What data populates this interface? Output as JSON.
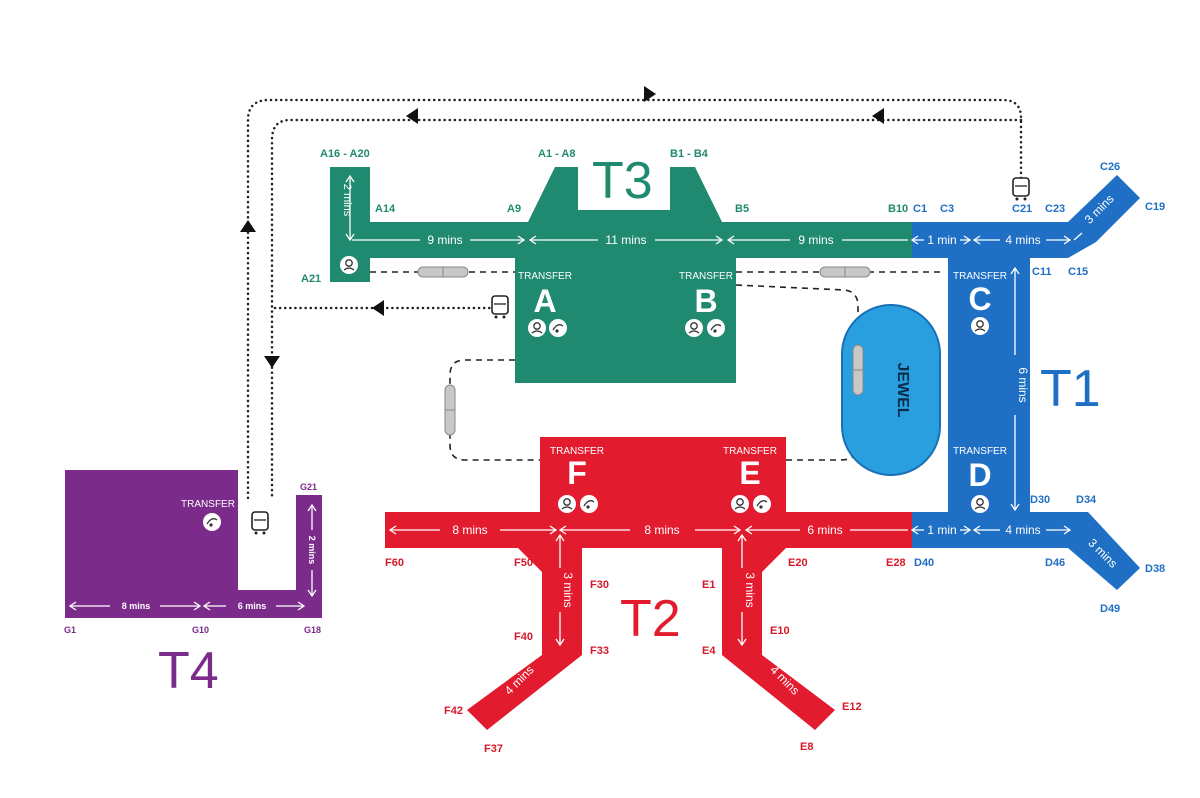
{
  "terminals": {
    "t1": {
      "label": "T1",
      "color": "#1f6fc5"
    },
    "t2": {
      "label": "T2",
      "color": "#e31b2e"
    },
    "t3": {
      "label": "T3",
      "color": "#1f8a6f"
    },
    "t4": {
      "label": "T4",
      "color": "#7b2b8a"
    }
  },
  "jewel": {
    "label": "JEWEL",
    "color": "#2a9fe0"
  },
  "piers": {
    "A": "A",
    "B": "B",
    "C": "C",
    "D": "D",
    "E": "E",
    "F": "F"
  },
  "transfer_label": "TRANSFER",
  "gates": {
    "a16_a20": "A16 - A20",
    "a14": "A14",
    "a21": "A21",
    "a9": "A9",
    "a1_a8": "A1 - A8",
    "b1_b4": "B1 - B4",
    "b5": "B5",
    "b10": "B10",
    "c1": "C1",
    "c3": "C3",
    "c21": "C21",
    "c23": "C23",
    "c26": "C26",
    "c19": "C19",
    "c11": "C11",
    "c15": "C15",
    "d30": "D30",
    "d34": "D34",
    "d40": "D40",
    "d46": "D46",
    "d38": "D38",
    "d49": "D49",
    "e28": "E28",
    "e20": "E20",
    "e1": "E1",
    "e4": "E4",
    "e10": "E10",
    "e12": "E12",
    "e8": "E8",
    "f60": "F60",
    "f50": "F50",
    "f30": "F30",
    "f40": "F40",
    "f33": "F33",
    "f42": "F42",
    "f37": "F37",
    "g21": "G21",
    "g1": "G1",
    "g10": "G10",
    "g18": "G18"
  },
  "walk_times": {
    "t3_a_2": "2 mins",
    "t3_9a": "9 mins",
    "t3_11": "11 mins",
    "t3_9b": "9 mins",
    "t1_1a": "1 min",
    "t1_4a": "4 mins",
    "t1_3a": "3 mins",
    "t1_6": "6 mins",
    "t1_1b": "1 min",
    "t1_4b": "4 mins",
    "t1_3b": "3 mins",
    "t2_8a": "8 mins",
    "t2_8b": "8 mins",
    "t2_6": "6 mins",
    "t2_3a": "3 mins",
    "t2_3b": "3 mins",
    "t2_4a": "4 mins",
    "t2_4b": "4 mins",
    "t4_8": "8 mins",
    "t4_6": "6 mins",
    "t4_2": "2 mins"
  },
  "icons": [
    "bus-icon",
    "skytrain-icon",
    "immigration-icon",
    "baggage-transfer-icon",
    "direction-arrow-icon"
  ]
}
